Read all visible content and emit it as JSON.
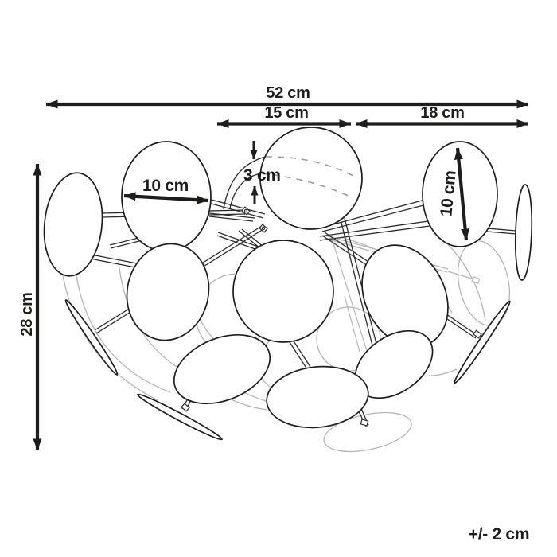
{
  "diagram": {
    "type": "product-dimension-diagram",
    "subject": "disc ceiling lamp line drawing",
    "unit": "cm",
    "labels": {
      "overall_width": "52 cm",
      "center_span": "15 cm",
      "right_span": "18 cm",
      "overall_height": "28 cm",
      "canopy_height": "3 cm",
      "disc_left_diameter": "10 cm",
      "disc_right_diameter": "10 cm",
      "tolerance": "+/- 2 cm"
    },
    "colors": {
      "ink": "#1d1d1b",
      "light_line": "#b5b5b3",
      "dashed_line": "#9c9c9c",
      "background": "#ffffff"
    }
  }
}
